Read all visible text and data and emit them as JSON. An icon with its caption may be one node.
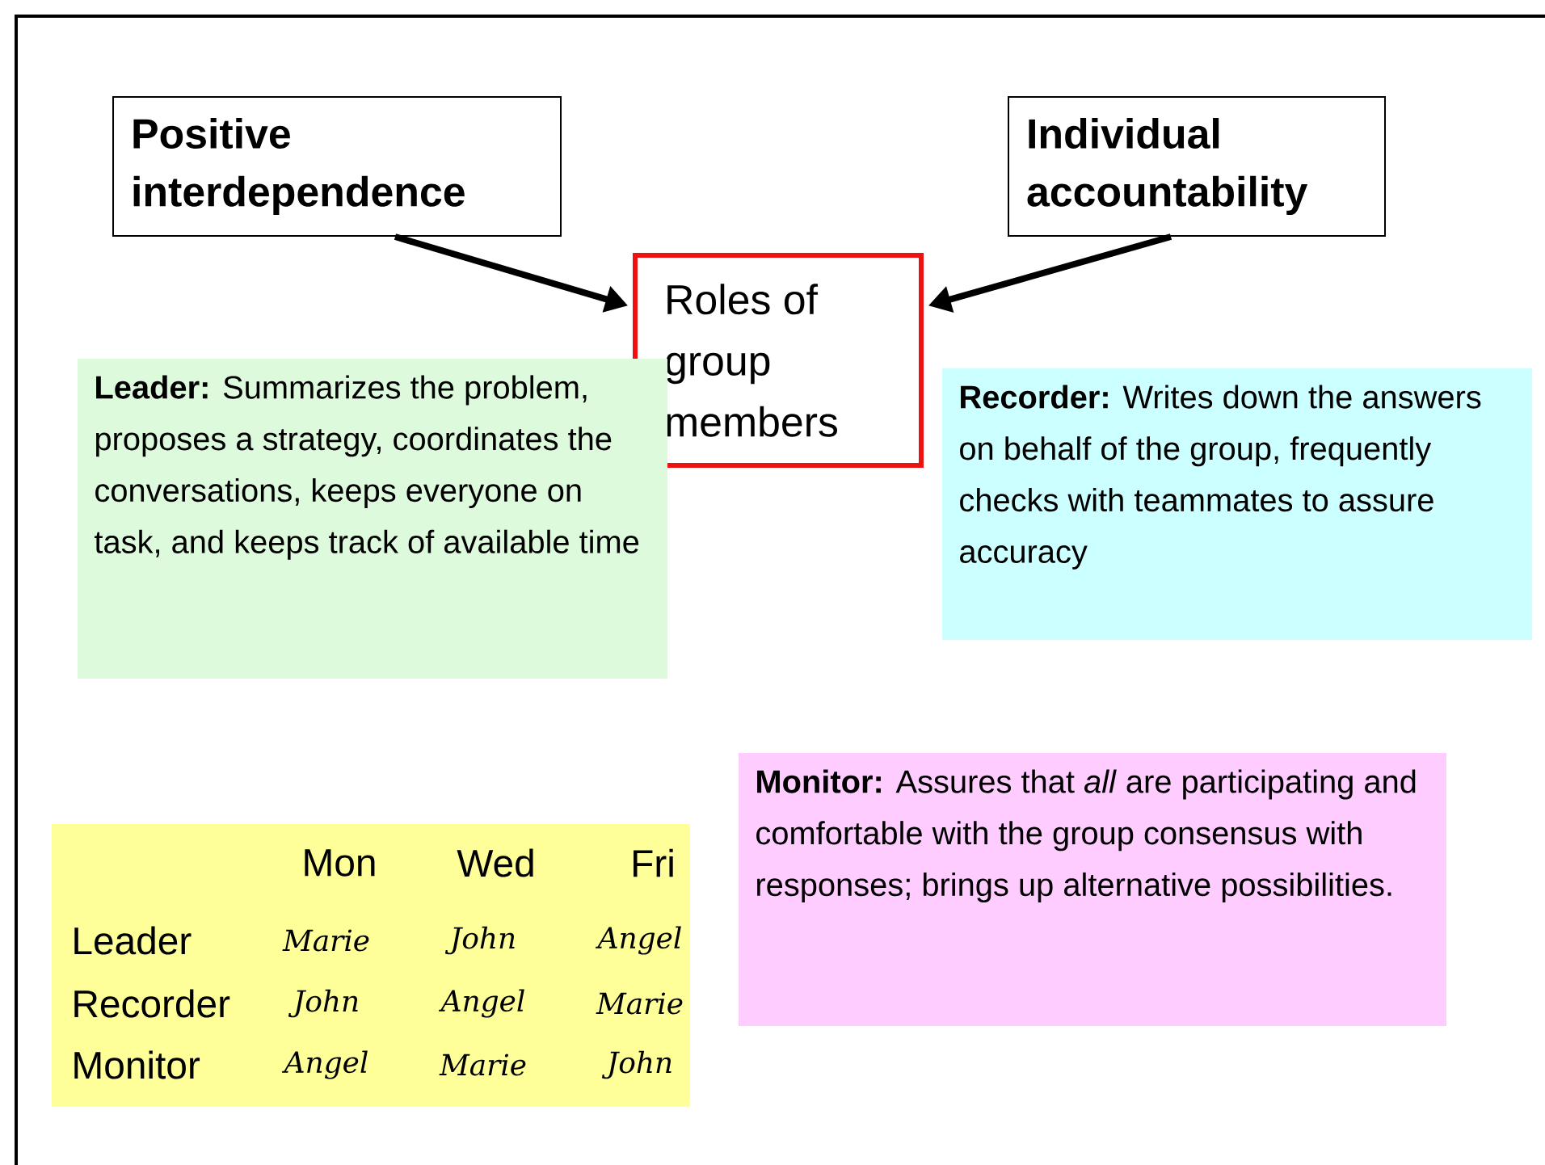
{
  "diagram": {
    "nodes": [
      {
        "text": [
          "Positive interdependence"
        ]
      },
      {
        "text": [
          "Individual accountability"
        ]
      },
      {
        "text": [
          "Roles of group members"
        ]
      },
      {
        "text": [
          "**Leader:** Summarizes the problem, proposes a strategy, coordinates the conversations, keeps everyone on task, and keeps track of available time"
        ]
      },
      {
        "text": [
          "**Recorder:** Writes down the answers on behalf of the group, frequently checks with teammates to assure accuracy"
        ]
      },
      {
        "text": [
          "**Monitor:**  Assures that *all* are participating and comfortable with the group consensus with responses; brings up alternative possibilities."
        ]
      },
      {
        "text": [
          "Mon",
          "Wed",
          "Fri",
          "Leader",
          "Marie",
          "John",
          "Angel",
          "Recorder",
          "John",
          "Angel",
          "Marie",
          "Monitor",
          "Angel",
          "Marie",
          "John"
        ]
      }
    ],
    "edges": [
      {
        "from": 0,
        "to": 2,
        "arrow": "to"
      },
      {
        "from": 1,
        "to": 2,
        "arrow": "to"
      }
    ]
  }
}
